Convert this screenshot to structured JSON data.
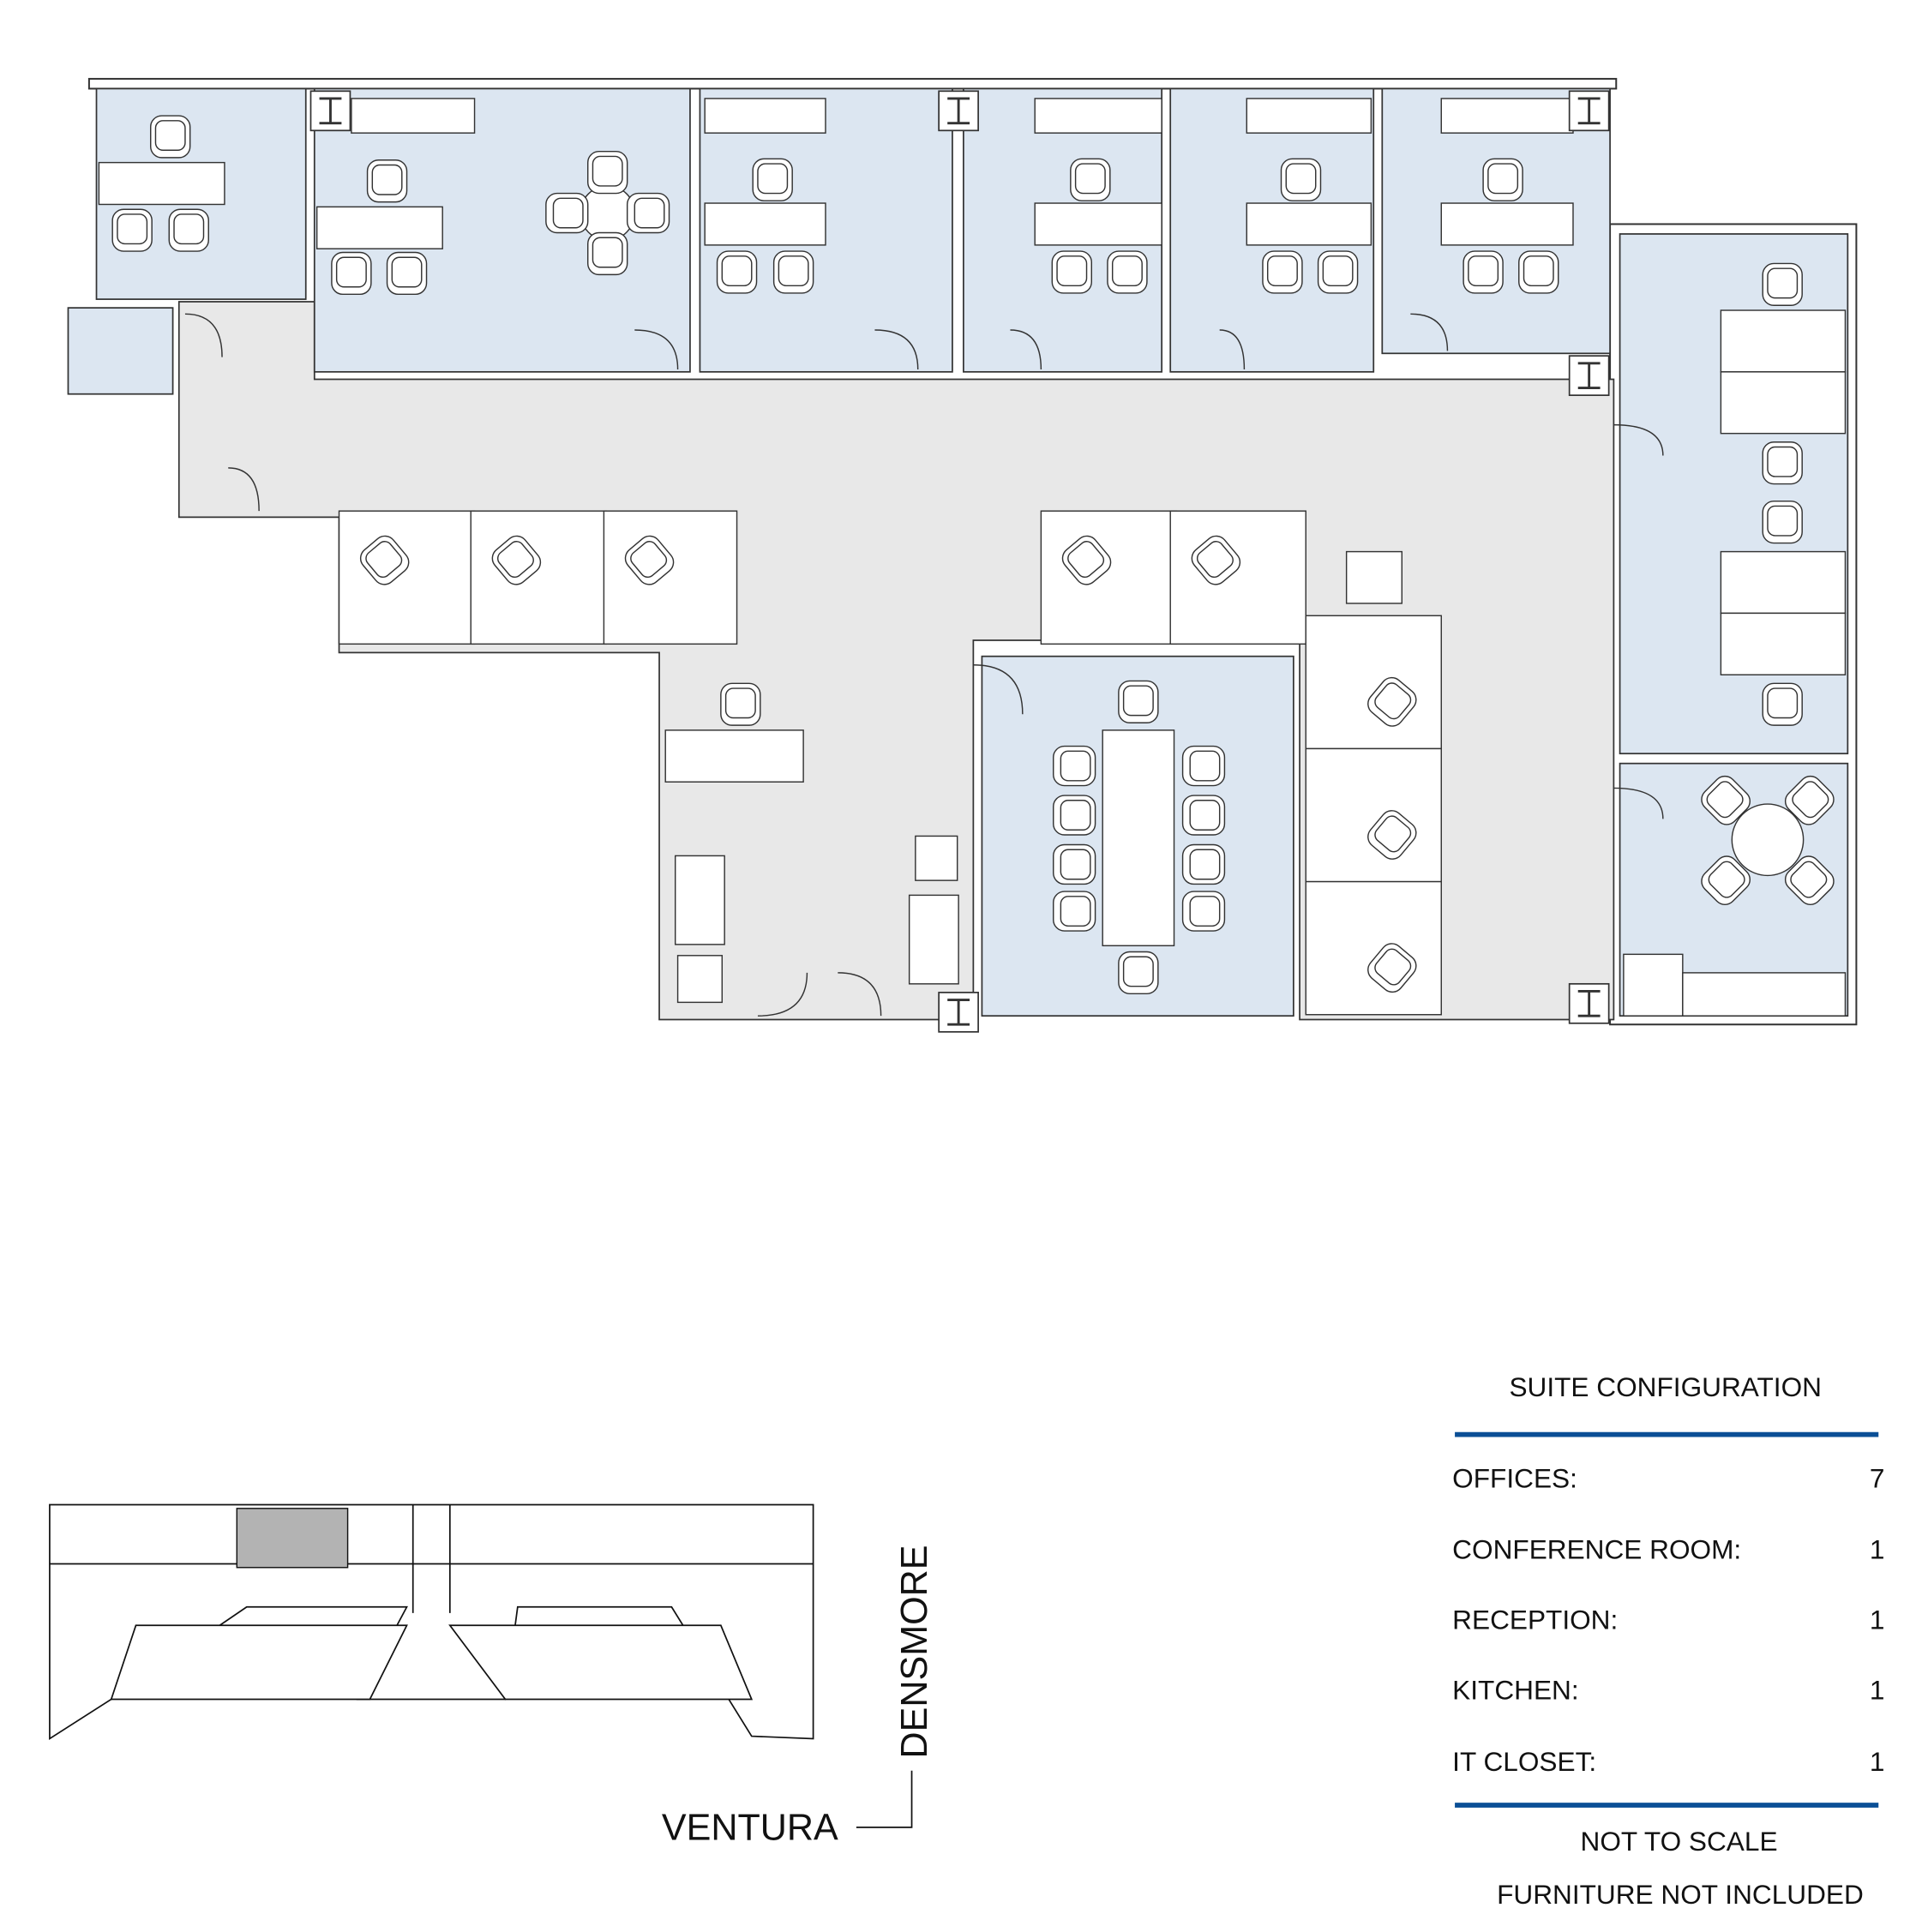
{
  "suite_configuration": {
    "title": "SUITE CONFIGURATION",
    "rows": [
      {
        "label": "OFFICES:",
        "value": "7"
      },
      {
        "label": "CONFERENCE ROOM:",
        "value": "1"
      },
      {
        "label": "RECEPTION:",
        "value": "1"
      },
      {
        "label": "KITCHEN:",
        "value": "1"
      },
      {
        "label": "IT CLOSET:",
        "value": "1"
      }
    ],
    "notes": [
      "NOT TO SCALE",
      "FURNITURE NOT INCLUDED"
    ],
    "rule_color": "#0b4f96"
  },
  "key_map": {
    "street_vertical": "DENSMORE",
    "street_horizontal": "VENTURA",
    "highlight_color": "#b3b3b3"
  },
  "colors": {
    "room_fill": "#dce6f1",
    "floor_fill": "#e8e8e8"
  }
}
